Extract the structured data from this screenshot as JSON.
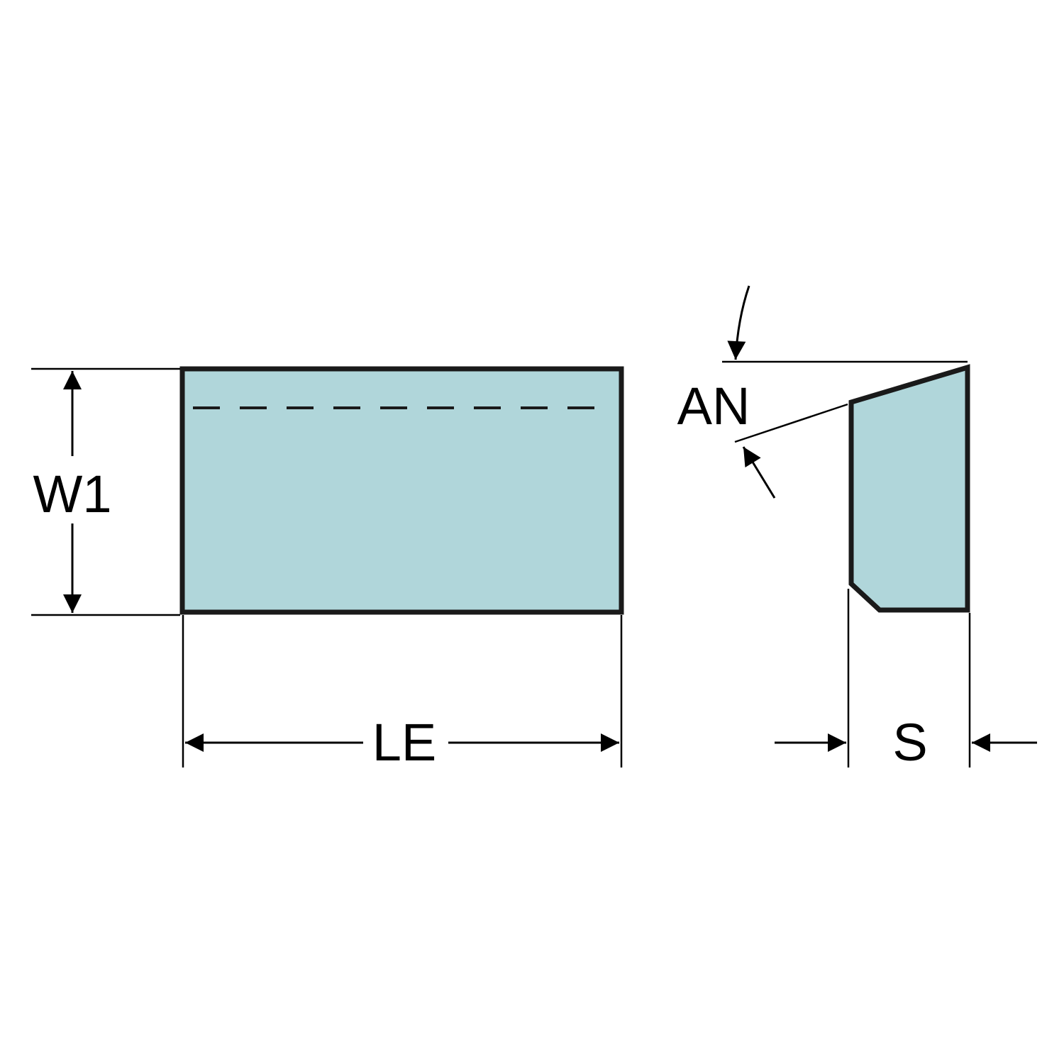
{
  "labels": {
    "width": "W1",
    "length": "LE",
    "angle": "AN",
    "thickness": "S"
  },
  "colors": {
    "fill": "#b0d6da",
    "stroke": "#1a1a1a",
    "background": "#ffffff"
  }
}
